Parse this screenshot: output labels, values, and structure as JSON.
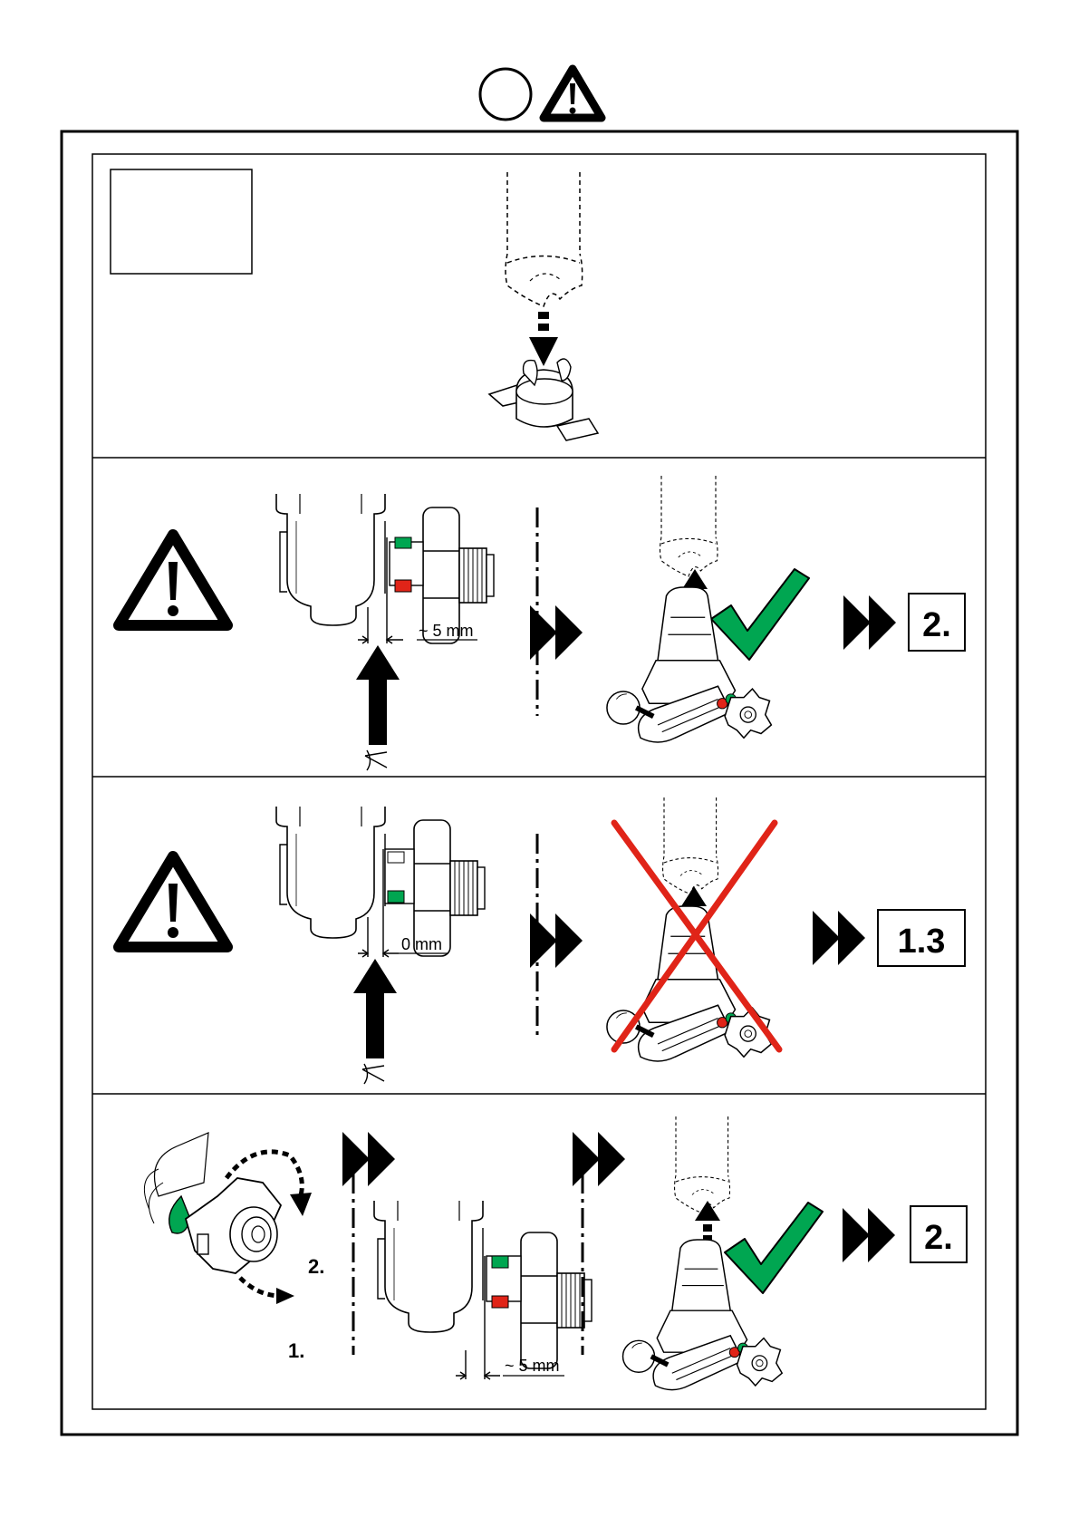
{
  "labels": {
    "gap_5mm": "~ 5 mm",
    "gap_0mm": "0 mm",
    "step_1": "1.",
    "step_2": "2."
  },
  "references": {
    "go_to_2": "2.",
    "go_to_1_3": "1.3",
    "go_to_2_again": "2."
  },
  "icons": {
    "header": [
      "circle-icon",
      "warning-triangle-icon"
    ],
    "status_ok": "green-checkmark-icon",
    "status_bad": "red-cross-icon",
    "next": "double-arrow-icon"
  },
  "colors": {
    "ok_green": "#00a651",
    "bad_red": "#e02418",
    "ink": "#000000"
  }
}
